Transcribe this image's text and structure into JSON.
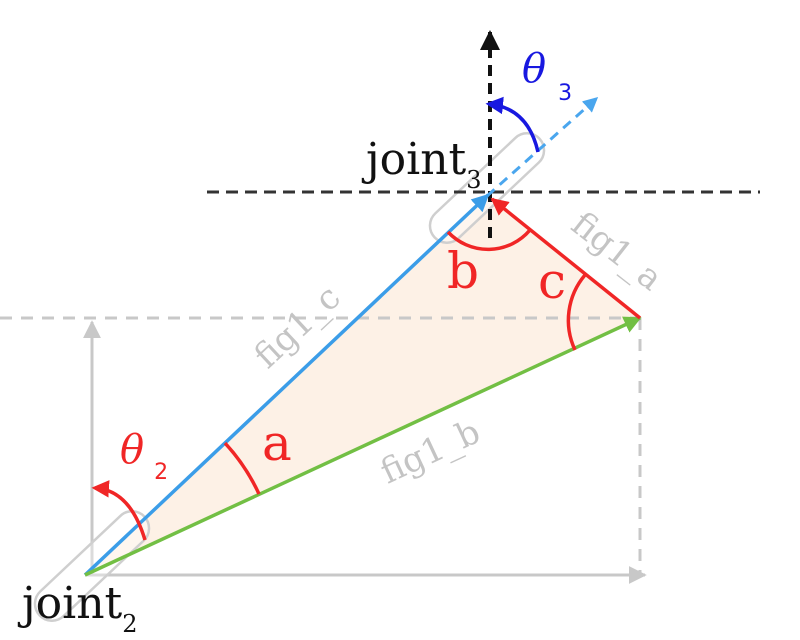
{
  "colors": {
    "link_c": "#3b9de8",
    "link_b": "#72bf44",
    "link_a": "#f02626",
    "angle_marks": "#f02626",
    "theta2": "#f02626",
    "theta3": "#1818e0",
    "frame_gray": "#c8c8c8",
    "horizon_dark": "#333333",
    "vertical_dark": "#111111",
    "triangle_fill": "#fdf1e6",
    "ext_dashed": "#4aa6ee",
    "faint_text": "#c4c4c4"
  },
  "labels": {
    "side_c": "fig1_c",
    "side_b": "fig1_b",
    "side_a": "fig1_a",
    "angle_a": "a",
    "angle_b": "b",
    "angle_c": "c",
    "joint2_main": "joint",
    "joint2_sub": "2",
    "joint3_main": "joint",
    "joint3_sub": "3",
    "theta2_symbol": "θ",
    "theta2_sub": "2",
    "theta3_symbol": "θ",
    "theta3_sub": "3"
  },
  "icons": {
    "joint2": "capsule-joint-icon",
    "joint3": "capsule-joint-icon"
  }
}
